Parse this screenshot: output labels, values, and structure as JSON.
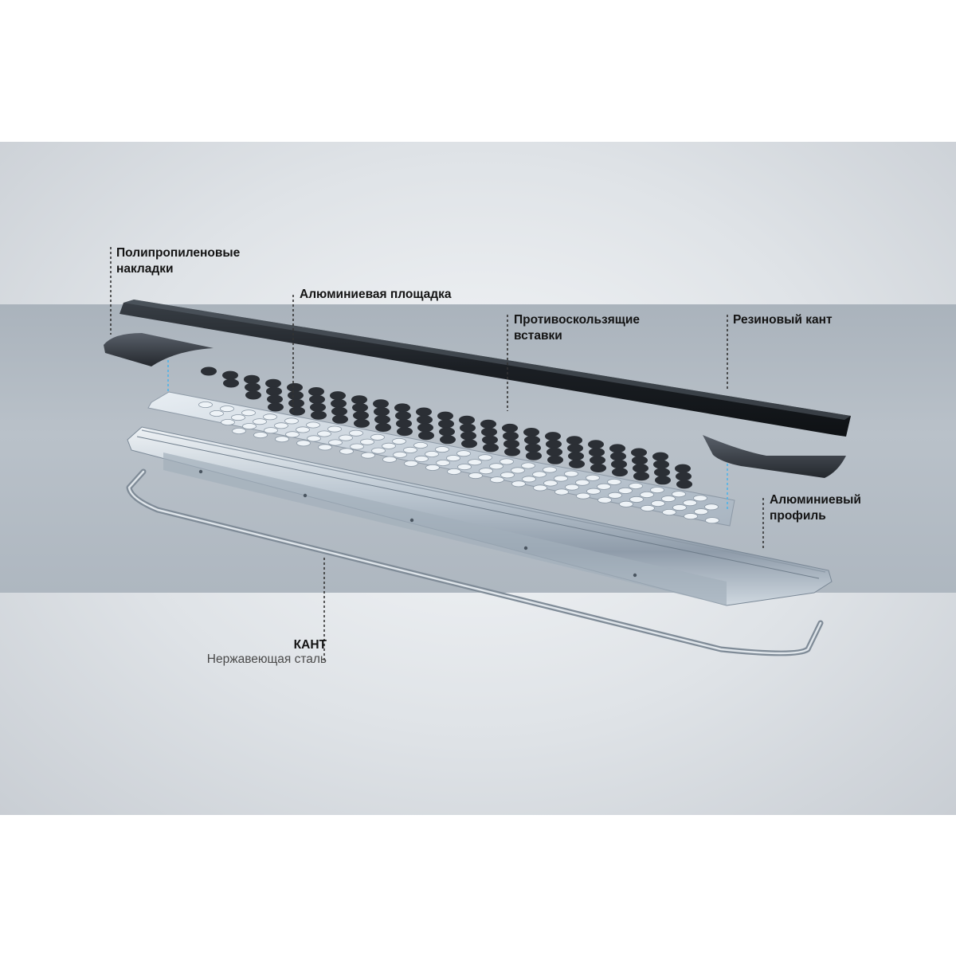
{
  "labels": {
    "polypropylene": "Полипропиленовые\nнакладки",
    "aluminum_platform": "Алюминиевая площадка",
    "anti_slip": "Противоскользящие\nвставки",
    "rubber_edge": "Резиновый кант",
    "aluminum_profile": "Алюминиевый\nпрофиль",
    "kant_title": "КАНТ",
    "kant_subtitle": "Нержавеющая сталь"
  },
  "colors": {
    "background": "#dfe3e7",
    "band": "#b4bcc5",
    "rubber": "#1c2126",
    "caps": "#2f3339",
    "aluminum": "#c9d3dc",
    "leader": "#333333",
    "accent_dashes": "#4fb3e8"
  }
}
